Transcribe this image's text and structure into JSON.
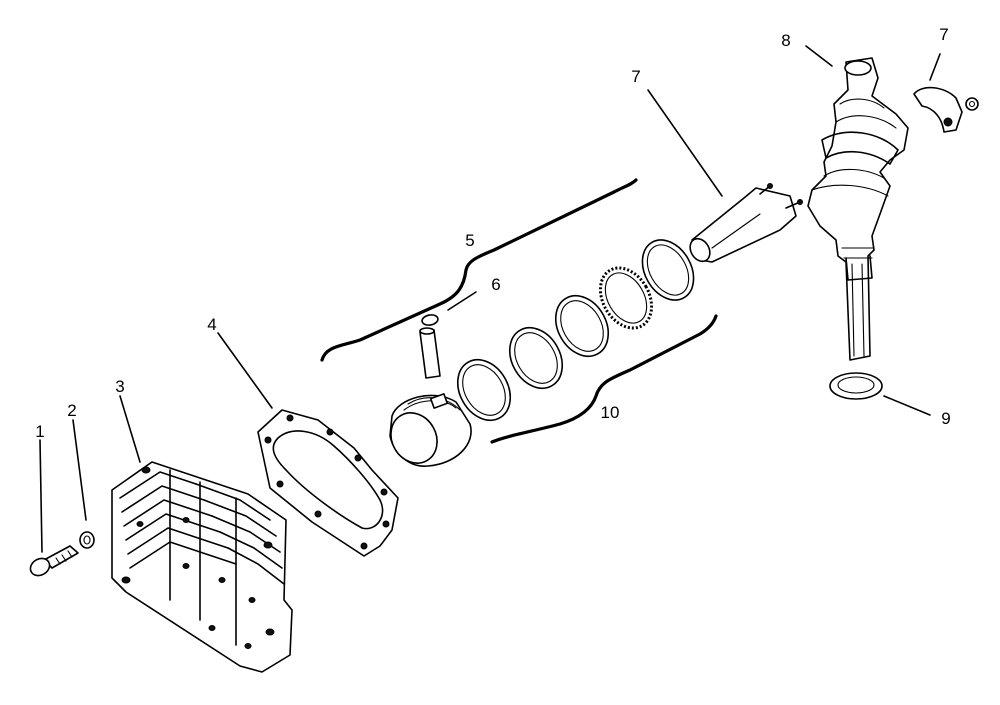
{
  "callouts": {
    "c1": "1",
    "c2": "2",
    "c3": "3",
    "c4": "4",
    "c5": "5",
    "c6": "6",
    "c7a": "7",
    "c7b": "7",
    "c8": "8",
    "c9": "9",
    "c10": "10"
  },
  "parts": [
    {
      "callout": "1",
      "icon": "bolt-icon"
    },
    {
      "callout": "2",
      "icon": "washer-icon"
    },
    {
      "callout": "3",
      "icon": "cylinder-head-icon"
    },
    {
      "callout": "4",
      "icon": "head-gasket-icon"
    },
    {
      "callout": "5",
      "icon": "piston-assembly-icon"
    },
    {
      "callout": "6",
      "icon": "retaining-ring-icon"
    },
    {
      "callout": "7",
      "icon": "connecting-rod-icon"
    },
    {
      "callout": "8",
      "icon": "crankshaft-icon"
    },
    {
      "callout": "9",
      "icon": "thrust-washer-icon"
    },
    {
      "callout": "10",
      "icon": "piston-ring-set-icon"
    }
  ]
}
